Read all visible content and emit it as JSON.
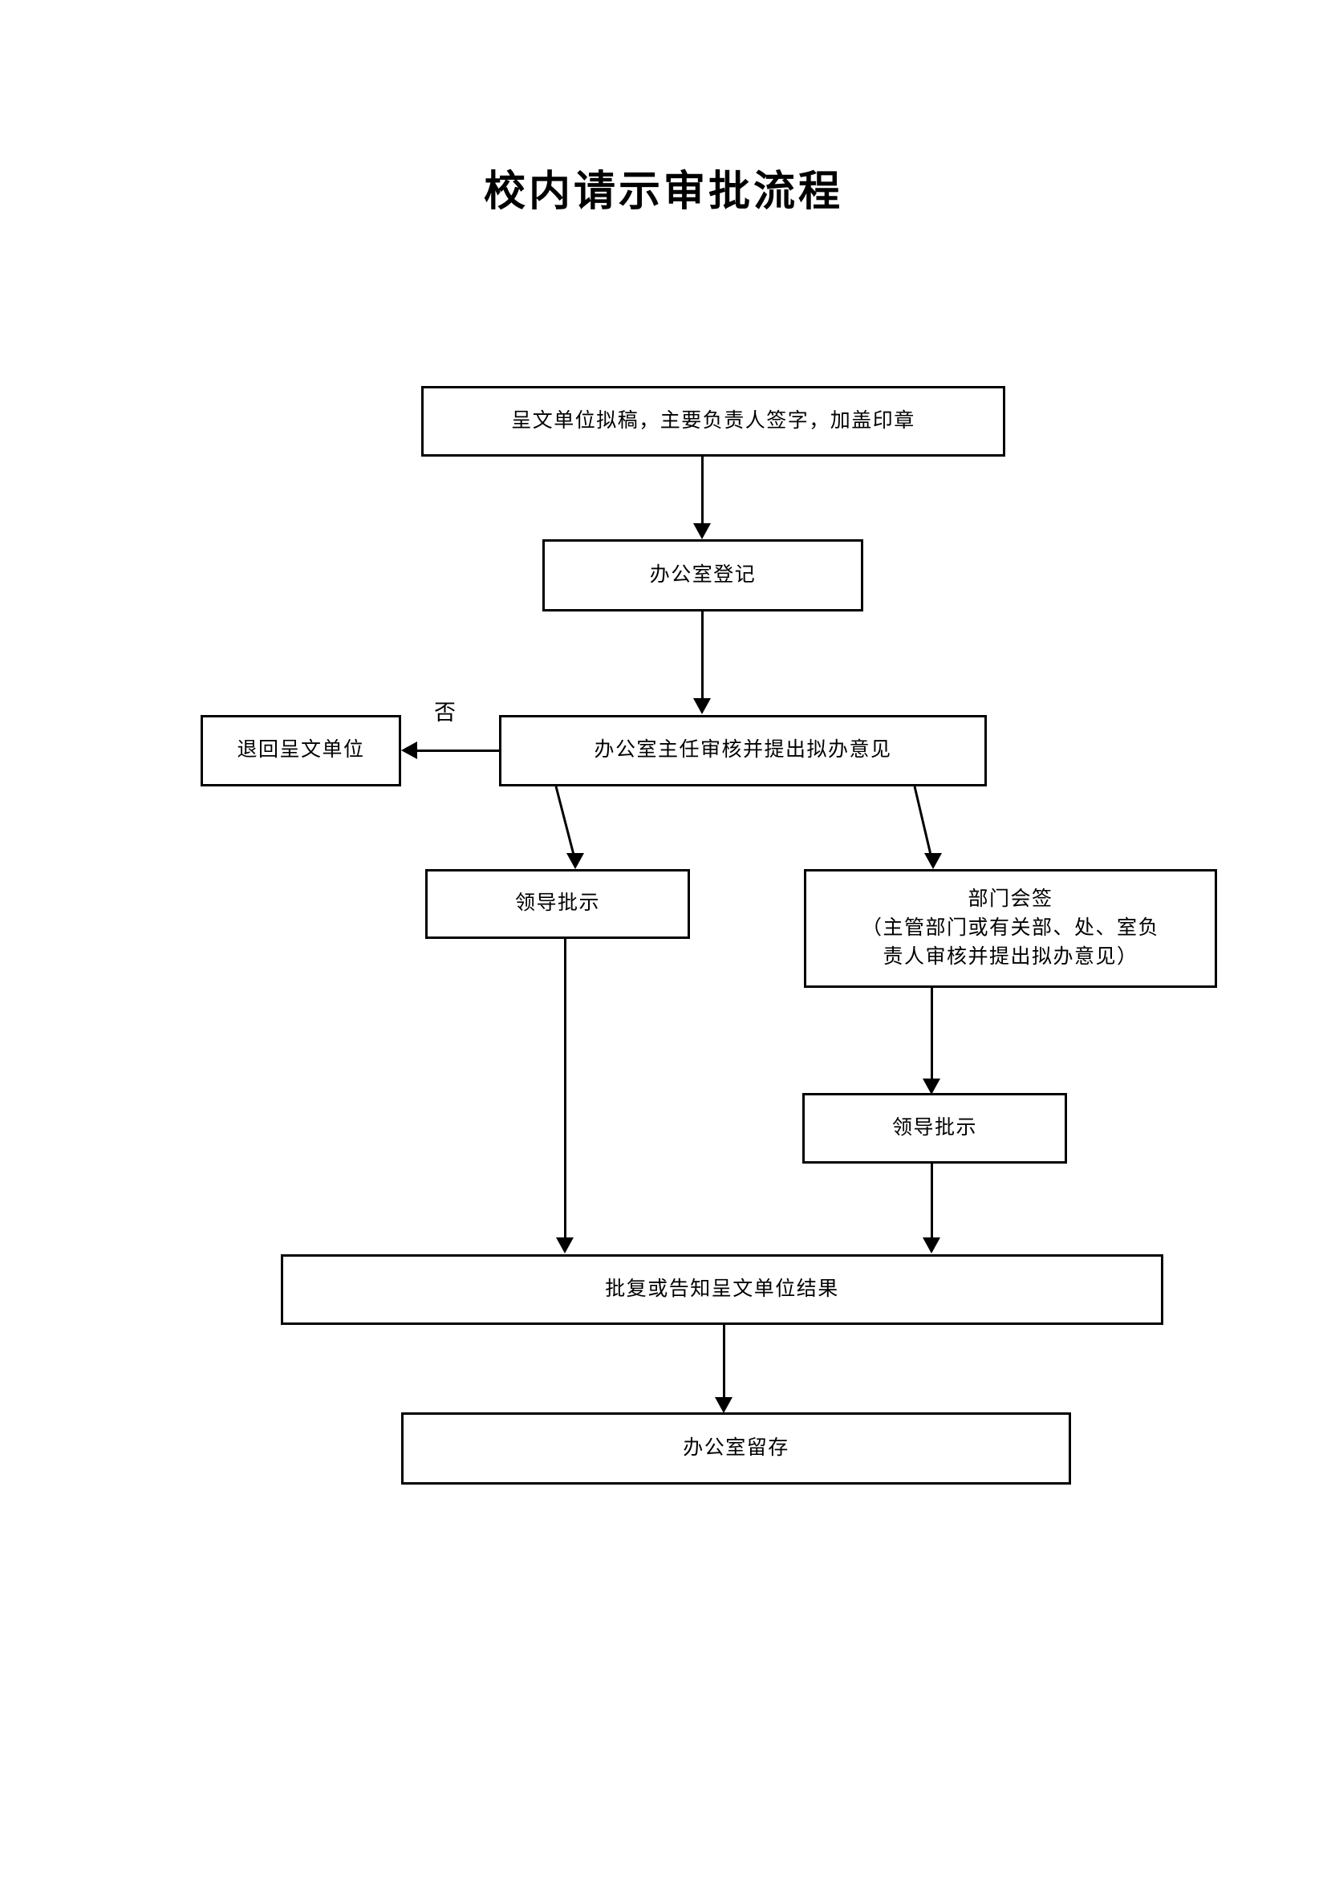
{
  "document": {
    "title": "校内请示审批流程"
  },
  "flowchart": {
    "type": "flowchart",
    "orientation": "top-to-bottom",
    "nodes": [
      {
        "id": "draft",
        "label": "呈文单位拟稿，主要负责人签字，加盖印章"
      },
      {
        "id": "register",
        "label": "办公室登记"
      },
      {
        "id": "return",
        "label": "退回呈文单位"
      },
      {
        "id": "director",
        "label": "办公室主任审核并提出拟办意见"
      },
      {
        "id": "leader1",
        "label": "领导批示"
      },
      {
        "id": "countersign",
        "label": "部门会签\n（主管部门或有关部、处、室负\n责人审核并提出拟办意见）"
      },
      {
        "id": "leader2",
        "label": "领导批示"
      },
      {
        "id": "reply",
        "label": "批复或告知呈文单位结果"
      },
      {
        "id": "archive",
        "label": "办公室留存"
      }
    ],
    "edges": [
      {
        "from": "draft",
        "to": "register",
        "label": ""
      },
      {
        "from": "register",
        "to": "director",
        "label": ""
      },
      {
        "from": "director",
        "to": "return",
        "label": "否"
      },
      {
        "from": "director",
        "to": "leader1",
        "label": ""
      },
      {
        "from": "director",
        "to": "countersign",
        "label": ""
      },
      {
        "from": "countersign",
        "to": "leader2",
        "label": ""
      },
      {
        "from": "leader1",
        "to": "reply",
        "label": ""
      },
      {
        "from": "leader2",
        "to": "reply",
        "label": ""
      },
      {
        "from": "reply",
        "to": "archive",
        "label": ""
      }
    ],
    "edge_labels": {
      "no": "否"
    },
    "colors": {
      "stroke": "#000000",
      "fill": "#ffffff",
      "text": "#000000"
    }
  }
}
